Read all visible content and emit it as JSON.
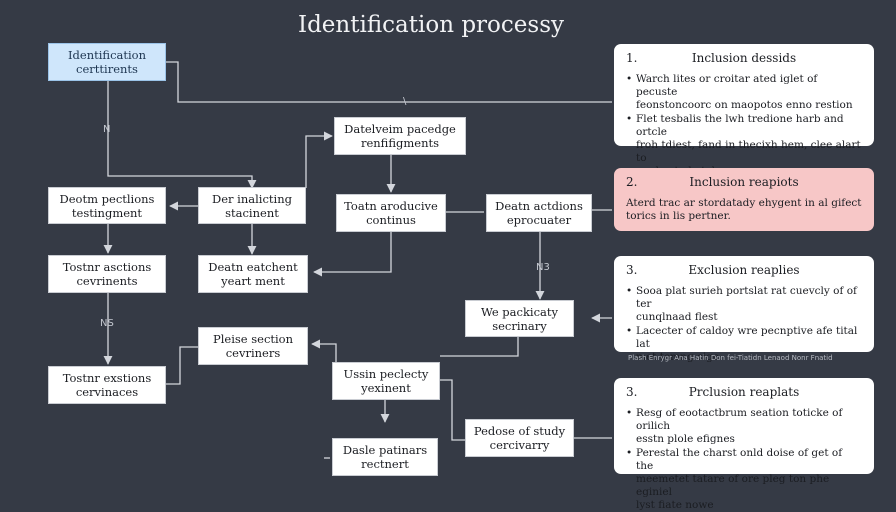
{
  "title": "Identification processy",
  "nodes": {
    "id_certs": "Identification\ncerttirents",
    "data_package": "Datelveim pacedge\nrenfifigments",
    "dep_settings": "Deotm pectlions\ntestingment",
    "dev_stacing": "Der inalicting\nstacinent",
    "touch_contrl": "Toatn aroducive\ncontinus",
    "dep_operatr": "Deatn actdions\neprocuater",
    "trans_certs": "Tostnr asctions\ncevrinents",
    "dem_setment": "Deatn eatchent\nyeart ment",
    "we_secrary": "We packicaty\nsecrinary",
    "pleise_cert": "Pleise section\ncevriners",
    "trans_cervin": "Tostnr exstions\ncervinaces",
    "usin_perfect": "Ussin peclecty\nyexinent",
    "pedose_study": "Pedose of study\ncercivarry",
    "dasle_patnars": "Dasle patinars\nrectnert"
  },
  "edge_labels": {
    "a": "\\",
    "b": "N",
    "c": "NS",
    "d": "N3"
  },
  "cards": [
    {
      "num": "1.",
      "title": "Inclusion dessids",
      "bullets": [
        "Warch lites or croitar ated iglet of pecuste\nfeonstoncoorc on maopotos enno restion",
        "Flet tesbalis the lwh tredione harb and ortcle\nfroh tdiest, fand in thecixh hem, clee alart to\nmady ate hetelcer."
      ]
    },
    {
      "num": "2.",
      "title": "Inclusion reapiots",
      "text": "Aterd trac ar stordatady ehygent in al gifect\ntorics in lis pertner."
    },
    {
      "num": "3.",
      "title": "Exclusion reaplies",
      "bullets": [
        "Sooa plat surieh portslat rat cuevcly of of ter\ncunqlnaad flest",
        "Lacecter of caldoy wre pecnptive afe tital lat\nmet temng cige"
      ]
    },
    {
      "num": "3.",
      "title": "Prclusion reaplats",
      "bullets": [
        "Resg of eootactbrum seation toticke of orilich\nesstn plole efignes",
        "Perestal the charst onld doise of get of the\nmeemetet tatare of ore pleg ton phe eginiel\nlyst fiate nowe"
      ]
    }
  ],
  "footnote": "Plash Enrygr Ana Hatin Don fei-Tiatidn Lenaod Nonr Fnatid",
  "colors": {
    "background": "#353a45",
    "line": "#d3d6dc",
    "highlight": "#cfe6fb",
    "pink_card": "#f7c7c7"
  }
}
